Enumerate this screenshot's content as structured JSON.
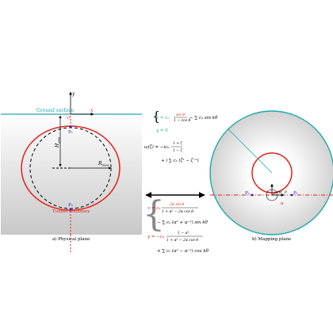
{
  "left_panel": {
    "caption": "a) Physical plane",
    "ground_surface": "Ground surface",
    "tunnel_boundary": "Tunnel boundary",
    "axis_x": "x",
    "axis_y": "y",
    "point_o": "O",
    "point_p1": "P₁",
    "point_p2": "P₂",
    "h_label": "H",
    "h_sub": "axis",
    "r_label": "R",
    "r_sub": "mea"
  },
  "right_panel": {
    "caption": "b) Mapping plane",
    "label_alpha": "α",
    "label_rho": "ρ",
    "label_theta": "θ",
    "label_p1": "P₁",
    "label_p2": "P₂"
  },
  "equations": {
    "eq1_x": "x = c₀",
    "eq1_frac_num": "sin θ",
    "eq1_frac_den": "1 − cos θ",
    "eq1_sum": "− ∑ cₖ sin kθ",
    "eq1_y": "y = 0",
    "eq2_lhs": "ω(ζ) = −ic₀",
    "eq2_frac_num": "1 + ζ",
    "eq2_frac_den": "1 − ζ",
    "eq2_rest": "+ i ∑ cₖ (ζᵏ − ζ⁻ᵏ)",
    "eq3_x": "x = c₀",
    "eq3_frac_num": "2α sin θ",
    "eq3_frac_den": "1 + α² − 2α cos θ",
    "eq3_sum": "− ∑ cₖ (αᵏ + α⁻ᵏ) sin kθ",
    "eq3_y": "y = −c₀",
    "eq3_y_num": "1 − α²",
    "eq3_y_den": "1 + α² − 2α cos θ",
    "eq3_y_sum": "+ ∑ cₖ (αᵏ − α⁻ᵏ) cos kθ",
    "sum_top": "∞",
    "sum_bottom": "k=1"
  },
  "colors": {
    "ground": "#22aaaa",
    "tunnel": "#e0201a",
    "outer_circle": "#20a8a8",
    "points": "#2020dd",
    "eq_red": "#e0201a",
    "eq_teal": "#20a8a8"
  }
}
